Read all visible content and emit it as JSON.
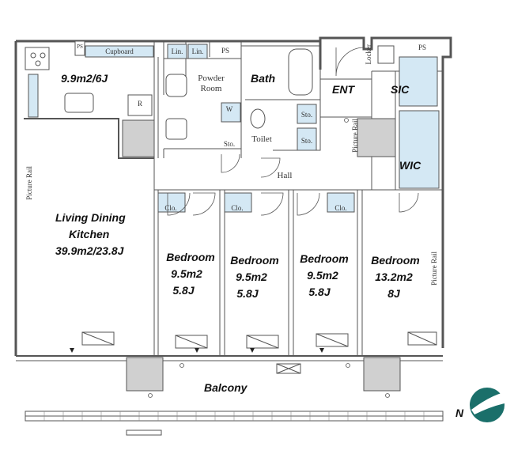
{
  "rooms": {
    "kitchen_area": "9.9m2/6J",
    "ldk": {
      "name": "Living Dining",
      "name2": "Kitchen",
      "area": "39.9m2/23.8J"
    },
    "bath": "Bath",
    "ent": "ENT",
    "sic": "SIC",
    "wic": "WIC",
    "bedroom1": {
      "name": "Bedroom",
      "area": "9.5m2",
      "jou": "5.8J"
    },
    "bedroom2": {
      "name": "Bedroom",
      "area": "9.5m2",
      "jou": "5.8J"
    },
    "bedroom3": {
      "name": "Bedroom",
      "area": "9.5m2",
      "jou": "5.8J"
    },
    "bedroom4": {
      "name": "Bedroom",
      "area": "13.2m2",
      "jou": "8J"
    },
    "balcony": "Balcony"
  },
  "fixtures": {
    "cupboard": "Cupboard",
    "ps": "PS",
    "lin": "Lin.",
    "powder_room": {
      "line1": "Powder",
      "line2": "Room"
    },
    "toilet": "Toilet",
    "sto": "Sto.",
    "hall": "Hall",
    "clo": "Clo.",
    "locker": "Locker",
    "picture_rail": "Picture Rail",
    "refrigerator": "R",
    "washer": "W"
  },
  "compass": {
    "label": "N"
  },
  "colors": {
    "storage_fill": "#d4e8f4",
    "wall": "#555555",
    "fixture": "#d0d0d0"
  }
}
